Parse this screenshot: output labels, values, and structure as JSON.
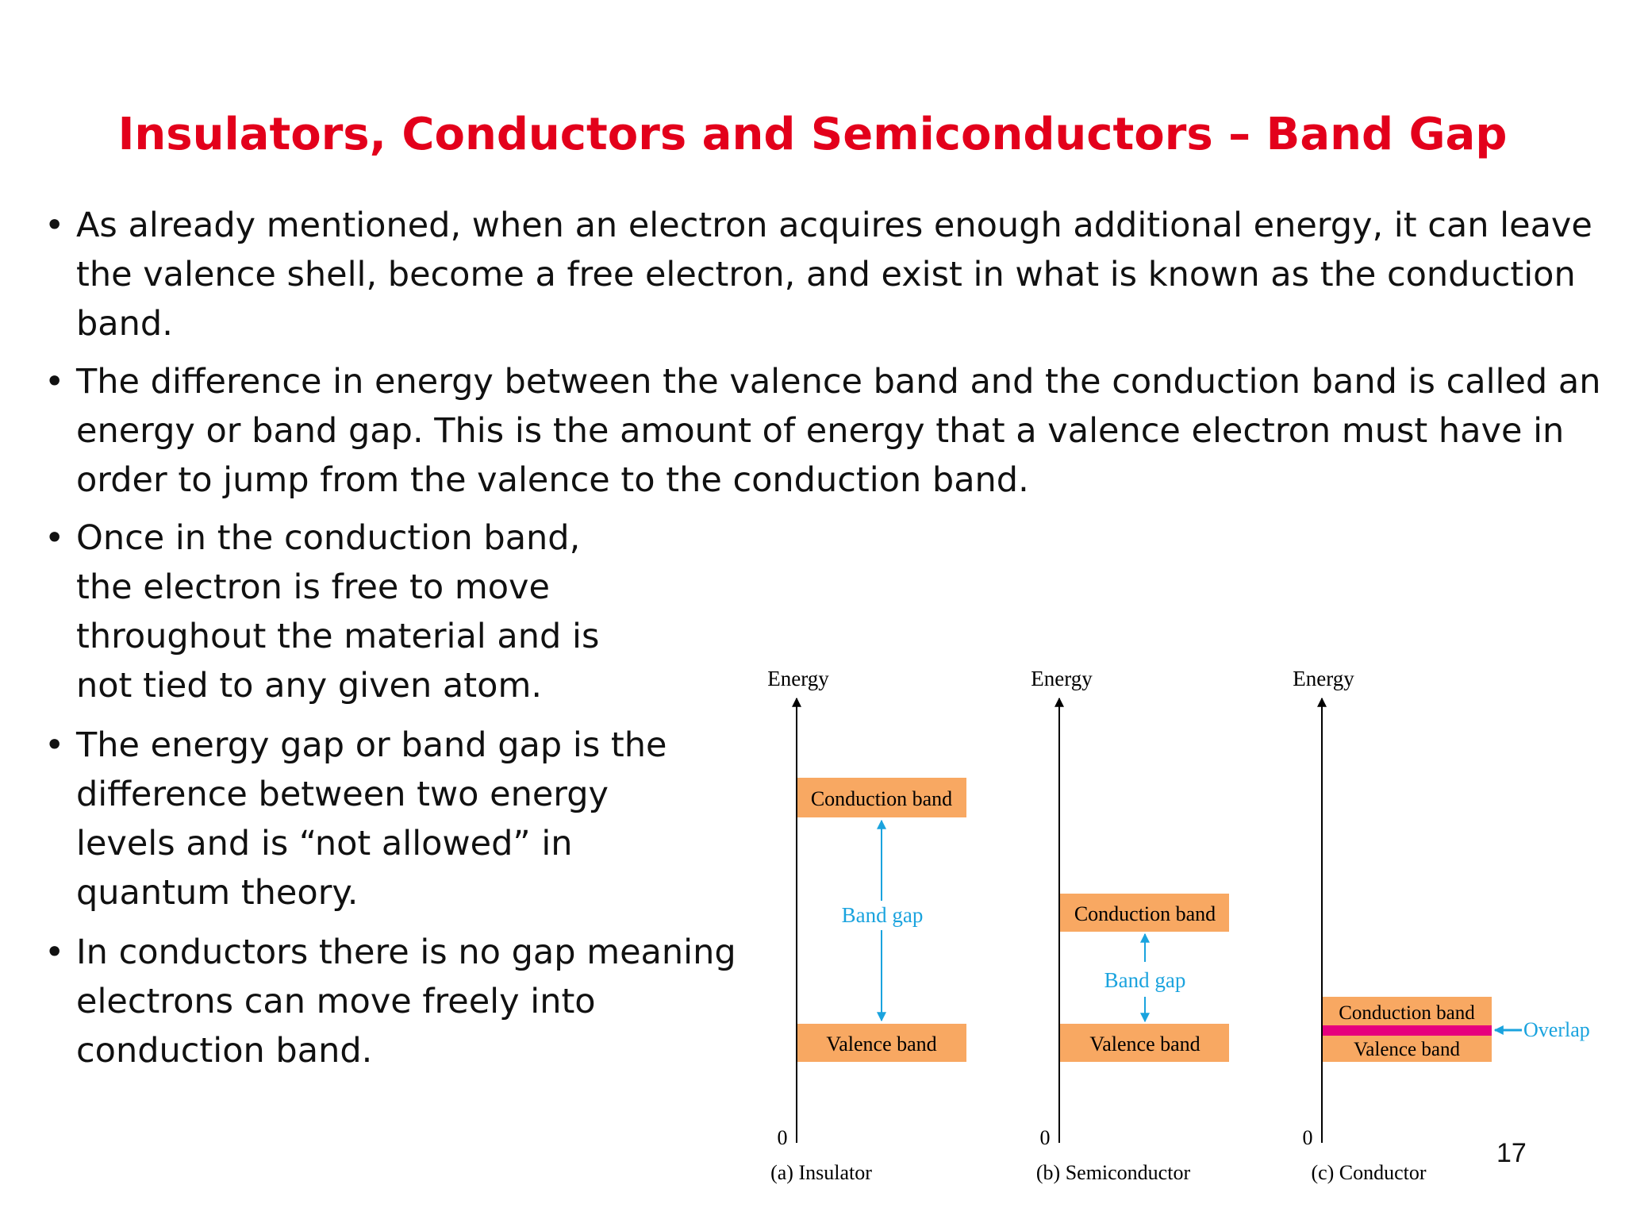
{
  "slide": {
    "title": "Insulators, Conductors and Semiconductors – Band Gap",
    "page_number": "17",
    "bullet_symbol": "•",
    "bullets": [
      {
        "lines": [
          "As already mentioned, when an electron acquires enough additional energy, it can leave",
          "the valence shell, become a free electron, and exist in what is known as the conduction",
          "band."
        ]
      },
      {
        "lines": [
          "The difference in energy between the valence band and the conduction band is called an",
          "energy or band gap. This is the amount of energy that a valence electron must have in",
          "order to jump from the valence to the conduction band."
        ]
      },
      {
        "lines": [
          "Once in the conduction band,",
          "the electron is free to move",
          "throughout the material and is",
          "not tied to any given atom."
        ]
      },
      {
        "lines": [
          "The energy gap or band gap is the",
          "difference between two energy",
          "levels and is “not allowed” in",
          "quantum theory."
        ]
      },
      {
        "lines": [
          "In conductors there is no gap meaning",
          "electrons can move freely into",
          "conduction band."
        ]
      }
    ]
  },
  "diagram": {
    "colors": {
      "band_fill": "#f8a862",
      "overlap": "#e6007e",
      "arrow": "#1aa3de",
      "axis": "#000000"
    },
    "energy_label": "Energy",
    "zero_label": "0",
    "conduction_label": "Conduction band",
    "valence_label": "Valence band",
    "gap_label": "Band gap",
    "overlap_label": "Overlap",
    "panels": [
      {
        "caption": "(a) Insulator"
      },
      {
        "caption": "(b) Semiconductor"
      },
      {
        "caption": "(c) Conductor"
      }
    ]
  }
}
